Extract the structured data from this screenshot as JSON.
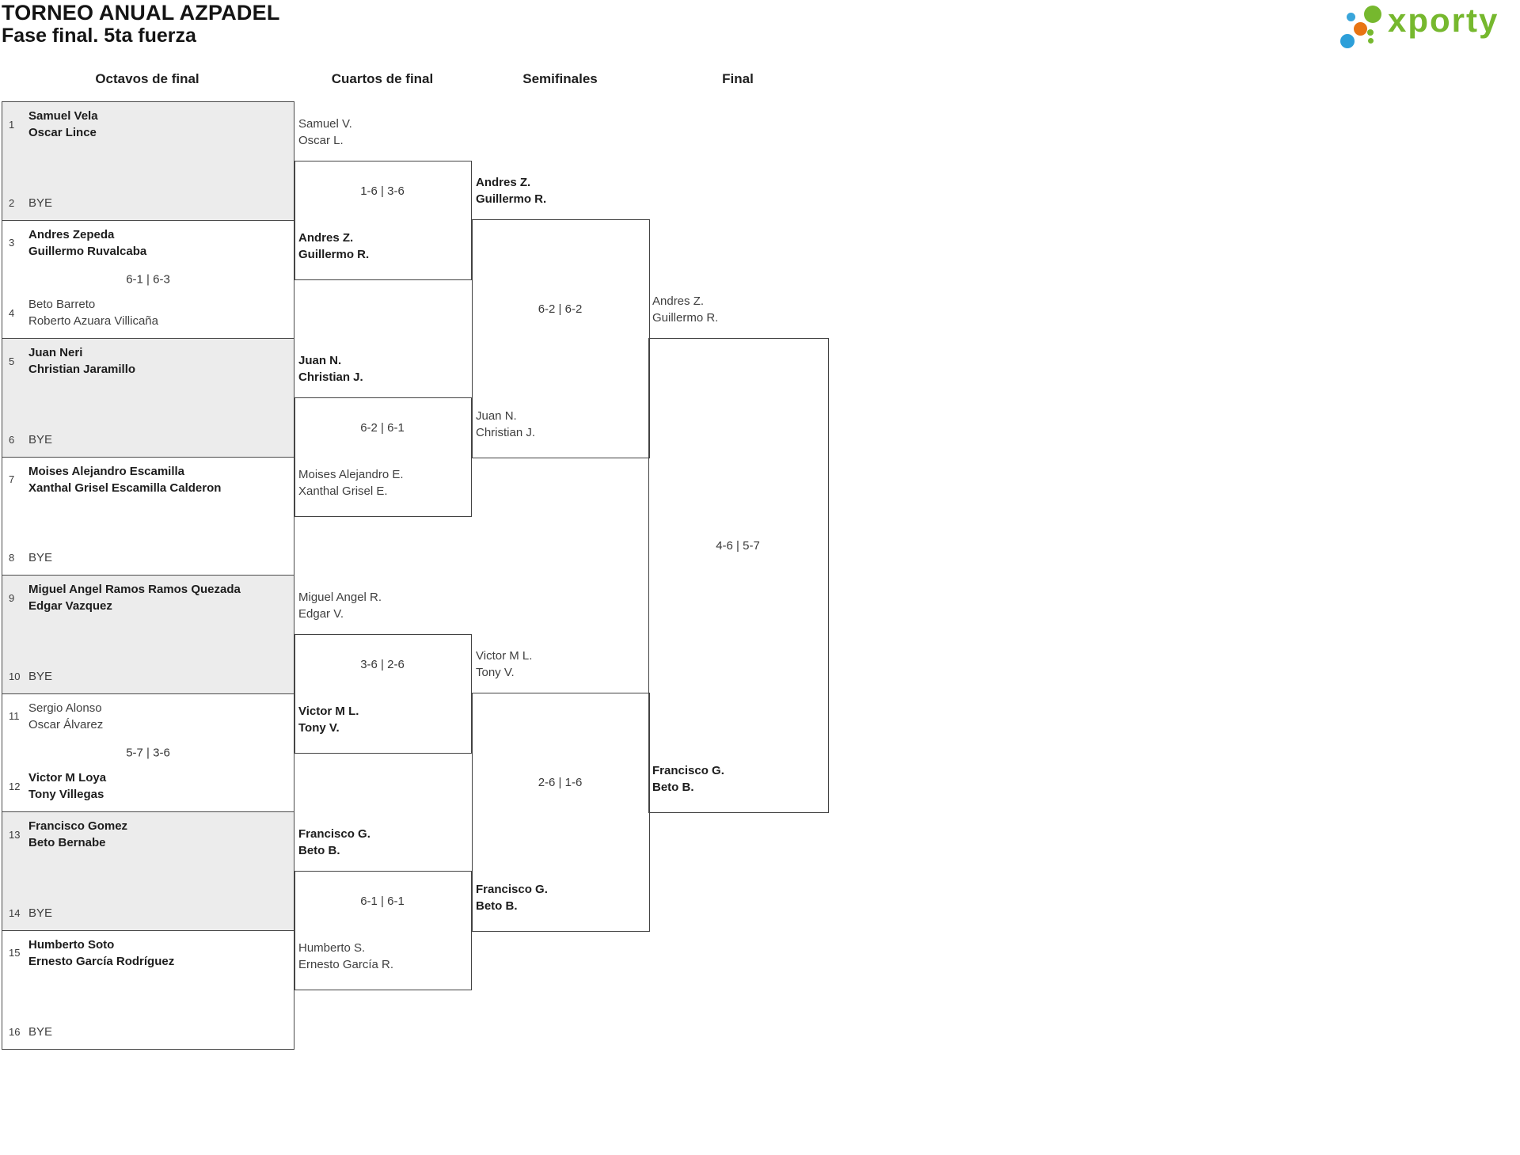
{
  "title": {
    "line1": "TORNEO ANUAL AZPADEL",
    "line2": "Fase final. 5ta fuerza"
  },
  "logo": {
    "brand": "xporty",
    "colors": {
      "green": "#76b82e",
      "blue": "#2d9fd9",
      "light_blue": "#39a5da",
      "orange": "#e87413"
    }
  },
  "round_headers": [
    "Octavos de final",
    "Cuartos de final",
    "Semifinales",
    "Final"
  ],
  "bracket": {
    "octavos": [
      {
        "score": "",
        "top": {
          "seed": "1",
          "winner": true,
          "lines": [
            "Samuel Vela",
            "Oscar Lince"
          ]
        },
        "bottom": {
          "seed": "2",
          "winner": false,
          "lines": [
            "BYE"
          ]
        }
      },
      {
        "score": "6-1 | 6-3",
        "top": {
          "seed": "3",
          "winner": true,
          "lines": [
            "Andres Zepeda",
            "Guillermo Ruvalcaba"
          ]
        },
        "bottom": {
          "seed": "4",
          "winner": false,
          "lines": [
            "Beto Barreto",
            "Roberto Azuara Villicaña"
          ]
        }
      },
      {
        "score": "",
        "top": {
          "seed": "5",
          "winner": true,
          "lines": [
            "Juan Neri",
            "Christian Jaramillo"
          ]
        },
        "bottom": {
          "seed": "6",
          "winner": false,
          "lines": [
            "BYE"
          ]
        }
      },
      {
        "score": "",
        "top": {
          "seed": "7",
          "winner": true,
          "lines": [
            "Moises Alejandro Escamilla",
            "Xanthal Grisel Escamilla Calderon"
          ]
        },
        "bottom": {
          "seed": "8",
          "winner": false,
          "lines": [
            "BYE"
          ]
        }
      },
      {
        "score": "",
        "top": {
          "seed": "9",
          "winner": true,
          "lines": [
            "Miguel Angel Ramos Ramos Quezada",
            "Edgar Vazquez"
          ]
        },
        "bottom": {
          "seed": "10",
          "winner": false,
          "lines": [
            "BYE"
          ]
        }
      },
      {
        "score": "5-7 | 3-6",
        "top": {
          "seed": "11",
          "winner": false,
          "lines": [
            "Sergio Alonso",
            "Oscar Álvarez"
          ]
        },
        "bottom": {
          "seed": "12",
          "winner": true,
          "lines": [
            "Victor M Loya",
            "Tony Villegas"
          ]
        }
      },
      {
        "score": "",
        "top": {
          "seed": "13",
          "winner": true,
          "lines": [
            "Francisco Gomez",
            "Beto Bernabe"
          ]
        },
        "bottom": {
          "seed": "14",
          "winner": false,
          "lines": [
            "BYE"
          ]
        }
      },
      {
        "score": "",
        "top": {
          "seed": "15",
          "winner": true,
          "lines": [
            "Humberto Soto",
            "Ernesto García Rodríguez"
          ]
        },
        "bottom": {
          "seed": "16",
          "winner": false,
          "lines": [
            "BYE"
          ]
        }
      }
    ],
    "cuartos": [
      {
        "score": "1-6 | 3-6",
        "top": {
          "winner": false,
          "lines": [
            "Samuel V.",
            "Oscar L."
          ]
        },
        "bottom": {
          "winner": true,
          "lines": [
            "Andres Z.",
            "Guillermo R."
          ]
        }
      },
      {
        "score": "6-2 | 6-1",
        "top": {
          "winner": true,
          "lines": [
            "Juan N.",
            "Christian J."
          ]
        },
        "bottom": {
          "winner": false,
          "lines": [
            "Moises Alejandro E.",
            "Xanthal Grisel E."
          ]
        }
      },
      {
        "score": "3-6 | 2-6",
        "top": {
          "winner": false,
          "lines": [
            "Miguel Angel R.",
            "Edgar V."
          ]
        },
        "bottom": {
          "winner": true,
          "lines": [
            "Victor M L.",
            "Tony V."
          ]
        }
      },
      {
        "score": "6-1 | 6-1",
        "top": {
          "winner": true,
          "lines": [
            "Francisco G.",
            "Beto B."
          ]
        },
        "bottom": {
          "winner": false,
          "lines": [
            "Humberto S.",
            "Ernesto García R."
          ]
        }
      }
    ],
    "semifinales": [
      {
        "score": "6-2 | 6-2",
        "top": {
          "winner": true,
          "lines": [
            "Andres Z.",
            "Guillermo R."
          ]
        },
        "bottom": {
          "winner": false,
          "lines": [
            "Juan N.",
            "Christian J."
          ]
        }
      },
      {
        "score": "2-6 | 1-6",
        "top": {
          "winner": false,
          "lines": [
            "Victor M L.",
            "Tony V."
          ]
        },
        "bottom": {
          "winner": true,
          "lines": [
            "Francisco G.",
            "Beto B."
          ]
        }
      }
    ],
    "final": [
      {
        "score": "4-6 | 5-7",
        "top": {
          "winner": false,
          "lines": [
            "Andres Z.",
            "Guillermo R."
          ]
        },
        "bottom": {
          "winner": true,
          "lines": [
            "Francisco G.",
            "Beto B."
          ]
        }
      }
    ]
  }
}
